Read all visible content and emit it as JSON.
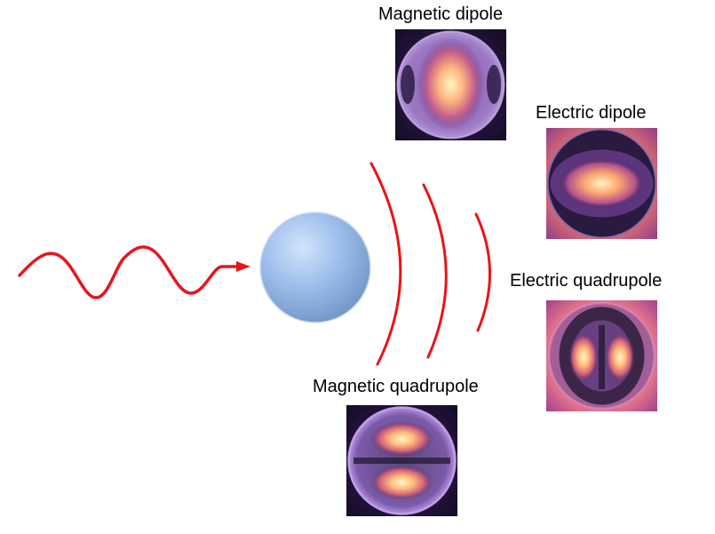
{
  "labels": {
    "magnetic_dipole": "Magnetic dipole",
    "electric_dipole": "Electric dipole",
    "electric_quadrupole": "Electric quadrupole",
    "magnetic_quadrupole": "Magnetic quadrupole"
  },
  "colors": {
    "wave": "#e8141a",
    "sphere_light": "#bcd6f7",
    "sphere_dark": "#6f95c8",
    "map_dark": "#1a0f2e",
    "map_purple": "#6e3a8c",
    "map_orange": "#f28a5c",
    "map_yellow": "#fff2c0"
  },
  "icons": {
    "incident_wave": "sine-wave-arrow",
    "scatterer": "sphere",
    "scattered_wavefronts": "curved-arcs"
  }
}
